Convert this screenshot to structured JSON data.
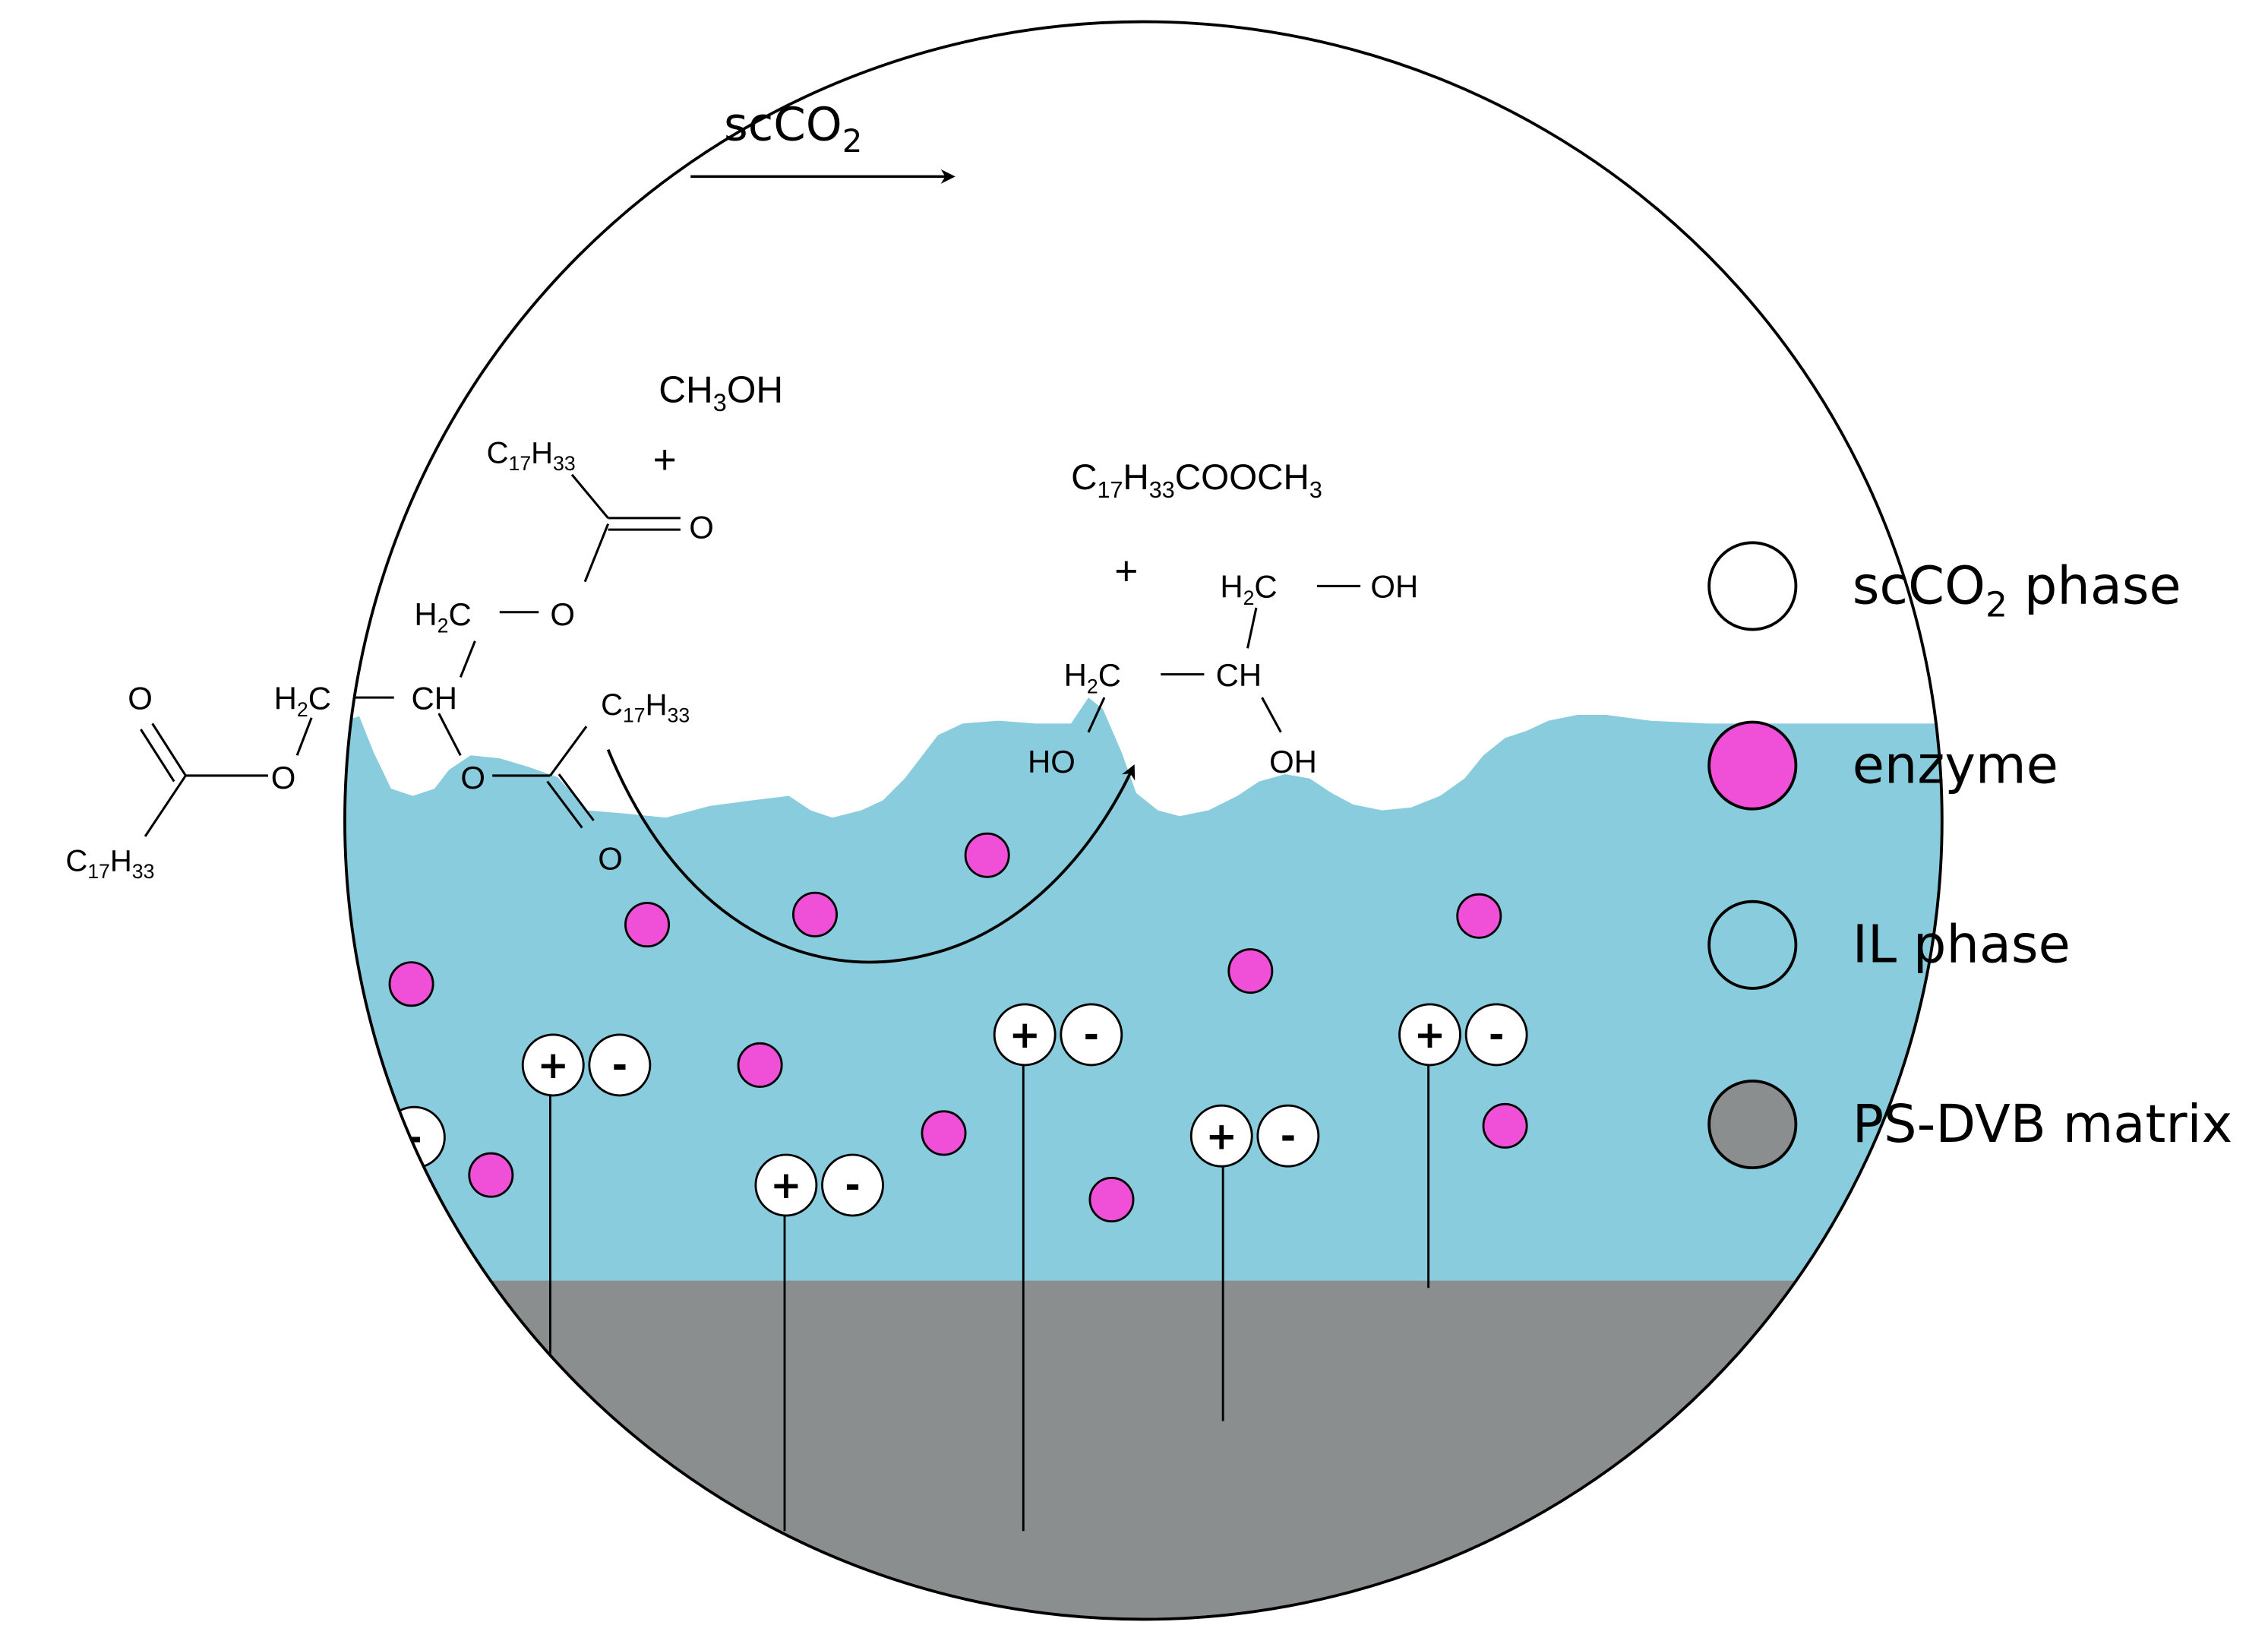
{
  "flow": {
    "label_main": "scCO",
    "label_sub": "2"
  },
  "reactants": {
    "methanol": {
      "prefix": "CH",
      "sub": "3",
      "suffix": "OH"
    },
    "plus": "+",
    "chain_top": {
      "main": "C",
      "sub1": "17",
      "mid": "H",
      "sub2": "33"
    },
    "chain_mid": {
      "main": "C",
      "sub1": "17",
      "mid": "H",
      "sub2": "33"
    },
    "chain_left": {
      "main": "C",
      "sub1": "17",
      "mid": "H",
      "sub2": "33"
    },
    "o_carbonyl_top": "O",
    "o_ester_top": "O",
    "o_carbonyl_left": "O",
    "o_ester_left": "O",
    "o_ester_mid": "O",
    "o_carbonyl_mid": "O",
    "h2c_top": {
      "pre": "H",
      "sub": "2",
      "post": "C"
    },
    "h2c_left": {
      "pre": "H",
      "sub": "2",
      "post": "C"
    },
    "ch_center": "CH"
  },
  "products": {
    "ester": {
      "a": "C",
      "s1": "17",
      "b": "H",
      "s2": "33",
      "c": "COOCH",
      "s3": "3"
    },
    "plus": "+",
    "h2c_top": {
      "pre": "H",
      "sub": "2",
      "post": "C"
    },
    "h2c_left": {
      "pre": "H",
      "sub": "2",
      "post": "C"
    },
    "ch": "CH",
    "oh_top": "OH",
    "oh_right": "OH",
    "ho_left": "HO"
  },
  "ions": {
    "cation": "+",
    "anion": "-"
  },
  "legend": [
    {
      "label_main": "scCO",
      "label_sub": "2",
      "label_tail": " phase",
      "color": "#ffffff"
    },
    {
      "label_main": "enzyme",
      "color": "#f04fd8"
    },
    {
      "label_main": "IL phase",
      "color": "#88ccdd"
    },
    {
      "label_main": "PS-DVB matrix",
      "color": "#8a8e8e"
    }
  ],
  "colors": {
    "il_phase": "#88ccdd",
    "matrix": "#8a8e8e",
    "enzyme": "#f04fd8",
    "scco2": "#ffffff",
    "outline": "#000000"
  }
}
